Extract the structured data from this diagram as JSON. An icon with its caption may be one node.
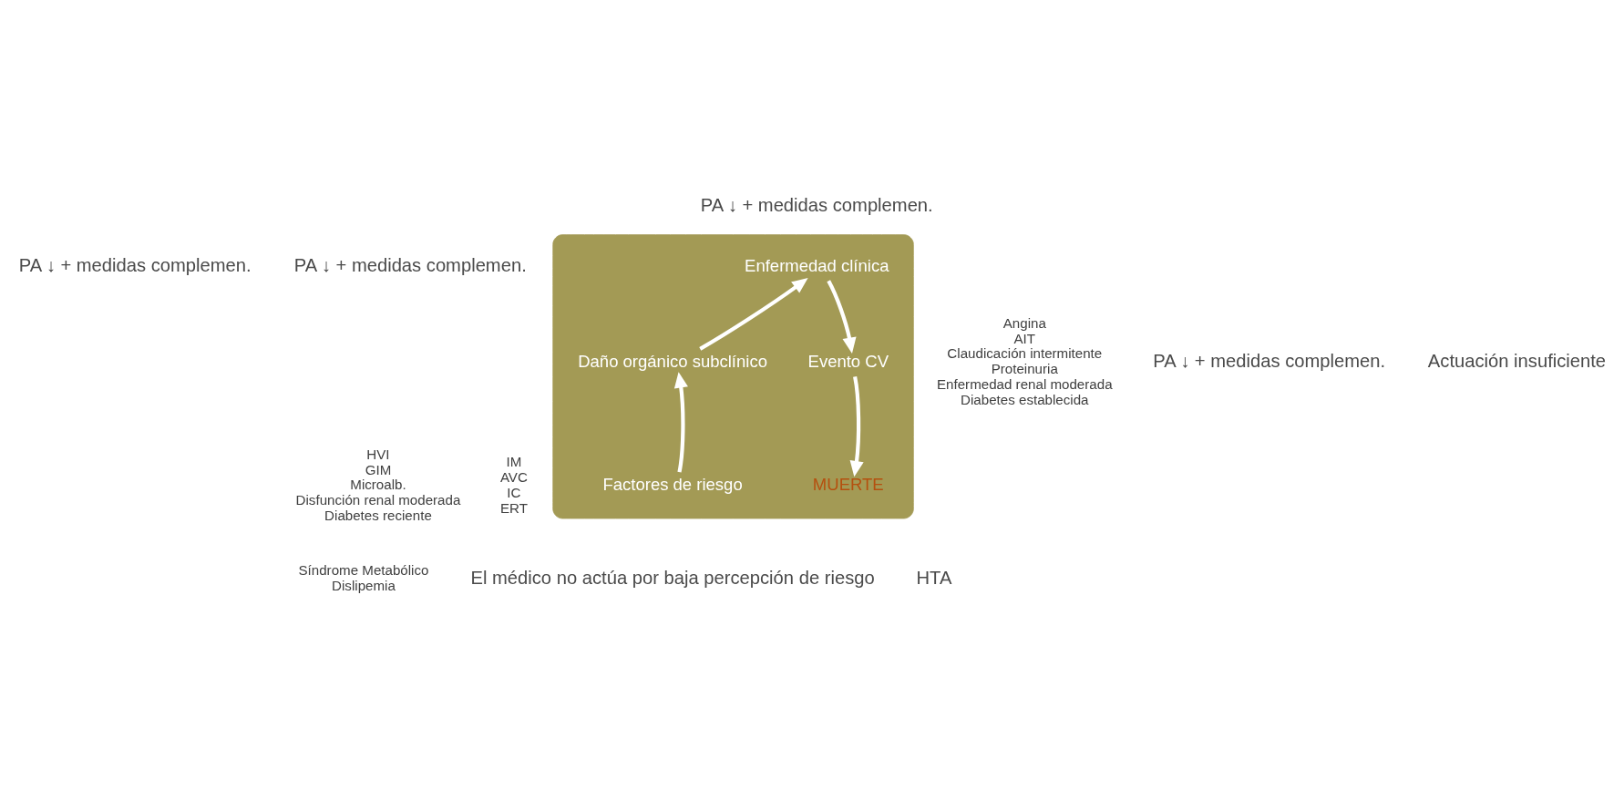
{
  "diagram": {
    "nodes": [
      {
        "text": [],
        "shape": "band"
      },
      {
        "text": [
          "Factores de riesgo"
        ],
        "in": 0,
        "beside": [
          "Síndrome Metabólico",
          "Dislipemia"
        ]
      },
      {
        "text": [
          "Daño orgánico subclínico"
        ],
        "in": 0,
        "beside": [
          "HVI",
          "GIM",
          "Microalb.",
          "Disfunción renal moderada",
          "Diabetes reciente"
        ]
      },
      {
        "text": [
          "Enfermedad clínica"
        ],
        "in": 0,
        "beside": [
          "Angina",
          "AIT",
          "Claudicación intermitente",
          "Proteinuria",
          "Enfermedad renal moderada",
          "Diabetes establecida"
        ]
      },
      {
        "text": [
          "Evento CV"
        ],
        "in": 0,
        "beside": [
          "IM",
          "AVC",
          "IC",
          "ERT"
        ]
      },
      {
        "text": [
          "MUERTE"
        ],
        "in": 0
      }
    ],
    "edges": [
      {
        "from": 1,
        "to": 2,
        "arrow": "to"
      },
      {
        "from": 2,
        "to": 3,
        "arrow": "to"
      },
      {
        "from": 3,
        "to": 4,
        "arrow": "to"
      },
      {
        "from": 4,
        "to": 5,
        "arrow": "to"
      }
    ],
    "labels": [
      "PA ↓ + medidas complemen.",
      "PA ↓ + medidas complemen.",
      "PA ↓ + medidas complemen.",
      "Actuación insuficiente",
      "PA ↓ + medidas complemen.",
      "El médico no actúa por baja percepción de riesgo",
      "HTA"
    ]
  }
}
